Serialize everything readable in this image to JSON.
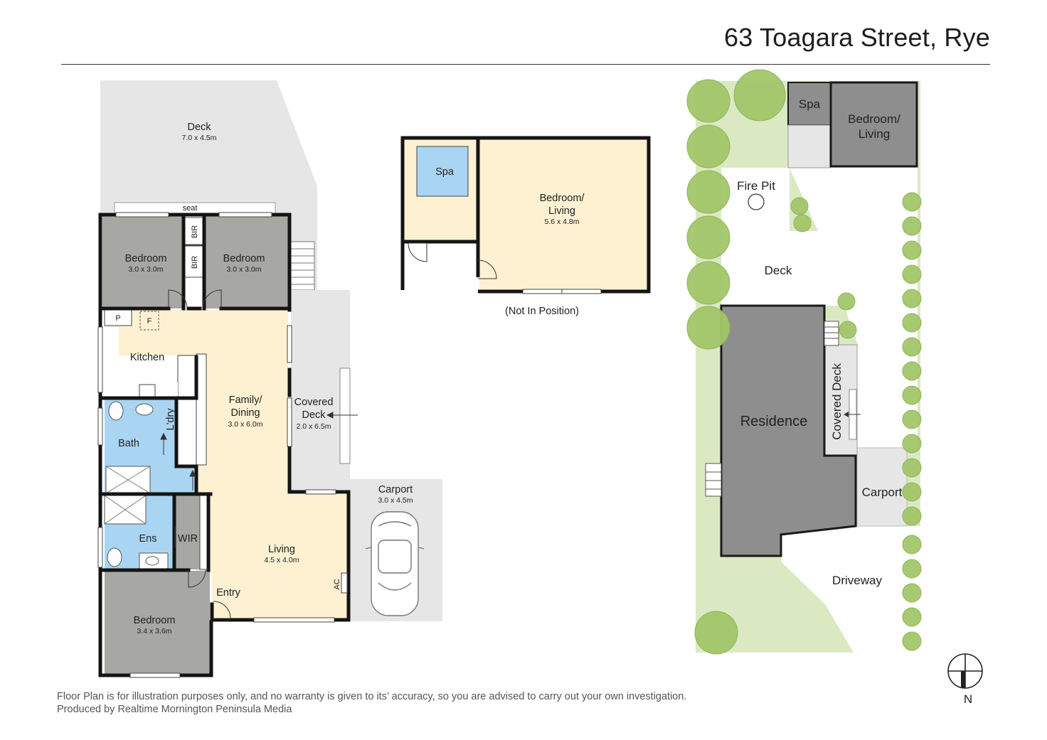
{
  "title": "63 Toagara Street, Rye",
  "colors": {
    "bedroom_grey": "#a7a7a3",
    "living_cream": "#fdf1d2",
    "wet_blue": "#a9d5f3",
    "deck_grey": "#e6e6e6",
    "wall": "#141414",
    "lawn_green": "#dbe9c3",
    "tree_green": "#a3c76a",
    "site_building": "#8e8e8e"
  },
  "floor_plan": {
    "deck": {
      "name": "Deck",
      "size": "7.0 x 4.5m"
    },
    "seat": "seat",
    "bir": "BIR",
    "bedroom_left": {
      "name": "Bedroom",
      "size": "3.0 x 3.0m"
    },
    "bedroom_right": {
      "name": "Bedroom",
      "size": "3.0 x 3.0m"
    },
    "pantry": "P",
    "fridge": "F",
    "kitchen": "Kitchen",
    "laundry": "L'dry",
    "bath": "Bath",
    "family_dining": {
      "name_line1": "Family/",
      "name_line2": "Dining",
      "size": "3.0 x 6.0m"
    },
    "covered_deck": {
      "name_line1": "Covered",
      "name_line2": "Deck",
      "size": "2.0 x 6.5m"
    },
    "ensuite": "Ens",
    "wir": "WIR",
    "living": {
      "name": "Living",
      "size": "4.5 x 4.0m"
    },
    "entry": "Entry",
    "ac": "AC",
    "carport": {
      "name": "Carport",
      "size": "3.0 x 4.5m"
    },
    "bedroom_front": {
      "name": "Bedroom",
      "size": "3.4 x 3.6m"
    }
  },
  "outbuilding": {
    "spa": "Spa",
    "bedroom_living": {
      "name_line1": "Bedroom/",
      "name_line2": "Living",
      "size": "5.6 x 4.8m"
    },
    "note": "(Not In Position)"
  },
  "site_plan": {
    "spa": "Spa",
    "bedroom_living_line1": "Bedroom/",
    "bedroom_living_line2": "Living",
    "fire_pit": "Fire Pit",
    "deck": "Deck",
    "covered_deck": "Covered Deck",
    "residence": "Residence",
    "carport": "Carport",
    "driveway": "Driveway"
  },
  "compass": {
    "label": "N",
    "icon": "north-arrow-icon"
  },
  "disclaimer": {
    "line1": "Floor Plan is for illustration purposes only, and no warranty is given to its’ accuracy, so you are advised to carry out your own investigation.",
    "line2": "Produced by Realtime Mornington Peninsula Media"
  }
}
